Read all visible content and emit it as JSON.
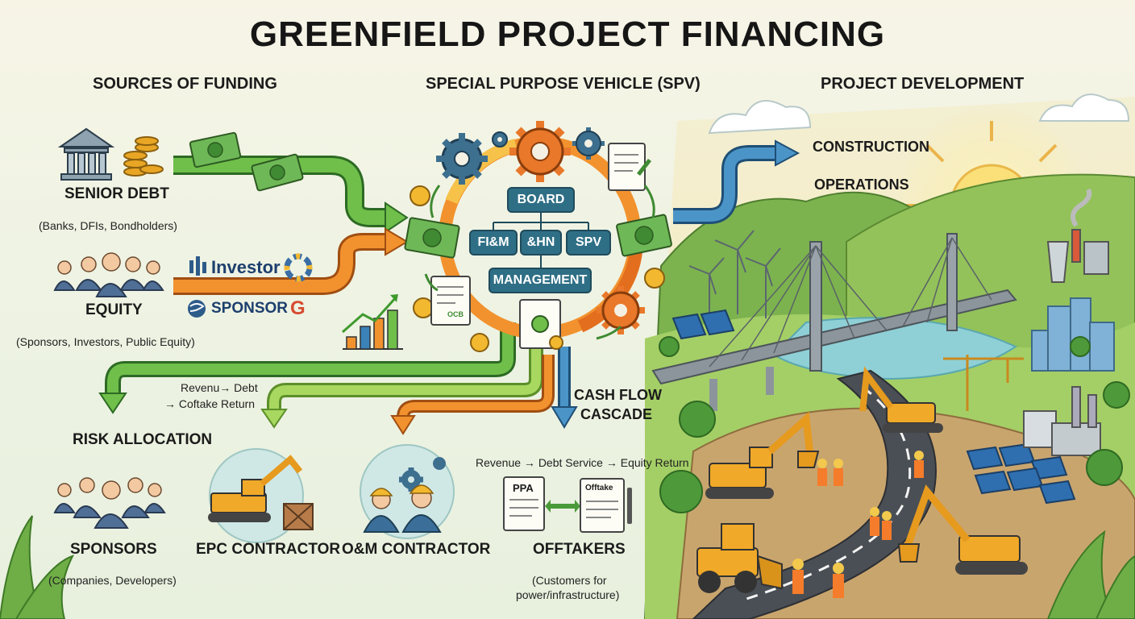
{
  "title": "GREENFIELD PROJECT FINANCING",
  "columns": {
    "funding": "SOURCES OF FUNDING",
    "spv": "SPECIAL PURPOSE VEHICLE (SPV)",
    "development": "PROJECT DEVELOPMENT"
  },
  "funding": {
    "senior_debt": "SENIOR DEBT",
    "senior_debt_sub": "(Banks, DFIs, Bondholders)",
    "equity": "EQUITY",
    "equity_sub": "(Sponsors, Investors, Public Equity)",
    "investor_brand": "Investor",
    "sponsor_brand": "SPONSOR",
    "g_glyph": "G"
  },
  "spv": {
    "board": "BOARD",
    "box1": "FI&M",
    "box2": "&HN",
    "box3": "SPV",
    "management": "MANAGEMENT",
    "doc_code": "OCB"
  },
  "development": {
    "construction": "CONSTRUCTION",
    "operations": "OPERATIONS"
  },
  "flows": {
    "revenue_debt": "Revenu→ Debt",
    "coftake_return": "→ Coftake Return",
    "cash_flow": "CASH FLOW",
    "cascade": "CASCADE",
    "waterfall": "Revenue → Debt Service → Equity Return"
  },
  "risk": {
    "heading": "RISK ALLOCATION",
    "sponsors": "SPONSORS",
    "sponsors_sub": "(Companies, Developers)",
    "epc": "EPC CONTRACTOR",
    "om": "O&M CONTRACTOR",
    "offtakers": "OFFTAKERS",
    "offtakers_sub1": "(Customers for",
    "offtakers_sub2": "power/infrastructure)",
    "ppa": "PPA",
    "offtake_doc": "Offtake"
  },
  "colors": {
    "green_arrow": "#5aa63c",
    "orange_arrow": "#ef8a2a",
    "blue_arrow": "#3b82b8",
    "spv_box": "#2f6f86",
    "gear_blue": "#3d6f8e",
    "gear_orange": "#e9782a",
    "money": "#6fb857"
  }
}
